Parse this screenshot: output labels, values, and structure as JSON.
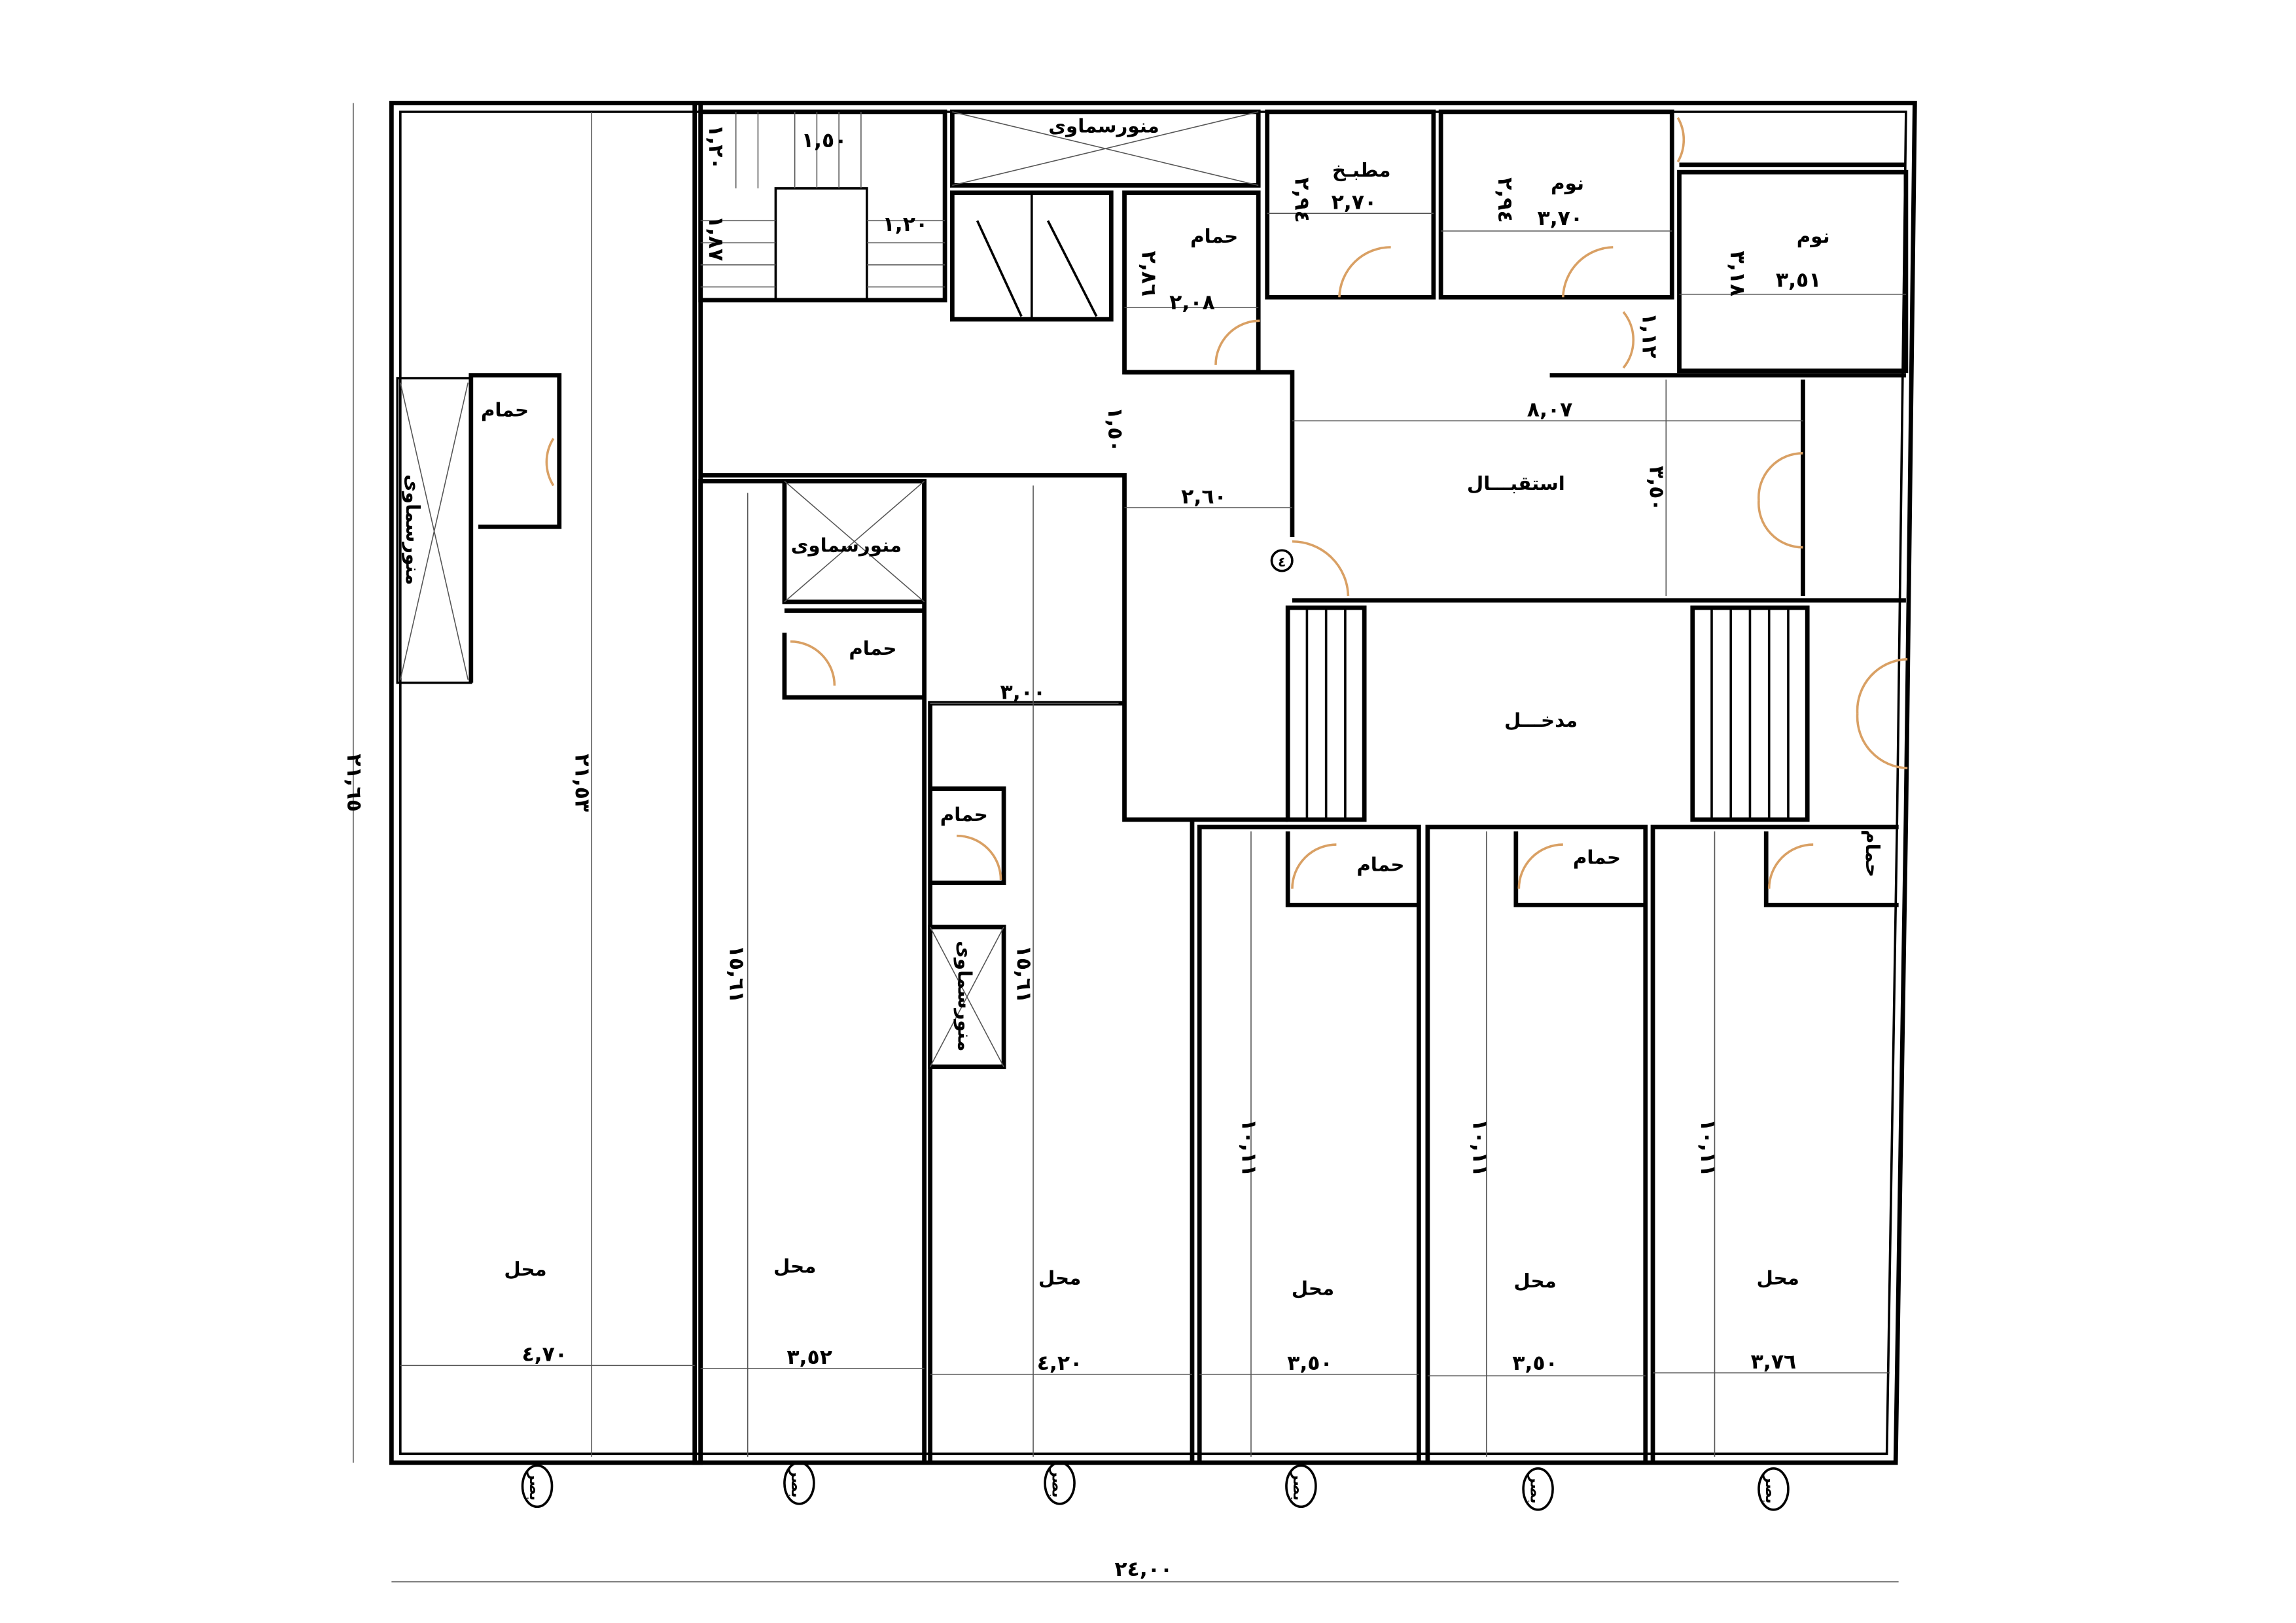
{
  "overall": {
    "width": "٢٤,٠٠",
    "depth": "٢١,٦٥"
  },
  "upper": {
    "skylight_top": "منورسماوى",
    "stair_dims": [
      "١,٢٠",
      "١,٥٠",
      "١,٨٧",
      "١,٢٠"
    ],
    "kitchen": {
      "label": "مطبـخ",
      "width": "٢,٧٠",
      "depth": "٢,٩٤"
    },
    "bedroom1": {
      "label": "نوم",
      "width": "٣,٧٠",
      "depth": "٢,٩٤"
    },
    "bedroom2": {
      "label": "نوم",
      "width": "٣,٥١",
      "depth": "٣,١٨"
    },
    "bath": {
      "label": "حمام",
      "width": "٢,٠٨",
      "depth": "٢,٨٦"
    },
    "corridor_dim": "١,١٢",
    "reception": {
      "label": "استقبـــال",
      "width": "٨,٠٧",
      "depth": "٣,٥٠"
    },
    "hall_dims": [
      "١,٥٠",
      "٢,٦٠"
    ],
    "marker": "٤",
    "entrance": "مدخـــل"
  },
  "left_wing": {
    "bath": "حمام",
    "skylight": "منورسماوى",
    "depth": "٢١,٥٣"
  },
  "middle": {
    "skylight1": "منورسماوى",
    "bath1": "حمام",
    "dim": "٣,٠٠",
    "bath2": "حمام",
    "skylight2": "منورسماوى",
    "depth1": "١٥,٦١",
    "depth2": "١٥,٦١"
  },
  "shop_baths": [
    "حمام",
    "حمام",
    "حمام"
  ],
  "shop_depths": [
    "١٠,١١",
    "١٠,١١",
    "١٠,١١"
  ],
  "shops": [
    {
      "label": "محل",
      "width": "٤,٧٠",
      "marker": "بصر"
    },
    {
      "label": "محل",
      "width": "٣,٥٢",
      "marker": "بصر"
    },
    {
      "label": "محل",
      "width": "٤,٢٠",
      "marker": "بصر"
    },
    {
      "label": "محل",
      "width": "٣,٥٠",
      "marker": "بصر"
    },
    {
      "label": "محل",
      "width": "٣,٥٠",
      "marker": "بصر"
    },
    {
      "label": "محل",
      "width": "٣,٧٦",
      "marker": "بصر"
    }
  ],
  "colors": {
    "wall": "#000000",
    "door": "#d9a064"
  }
}
